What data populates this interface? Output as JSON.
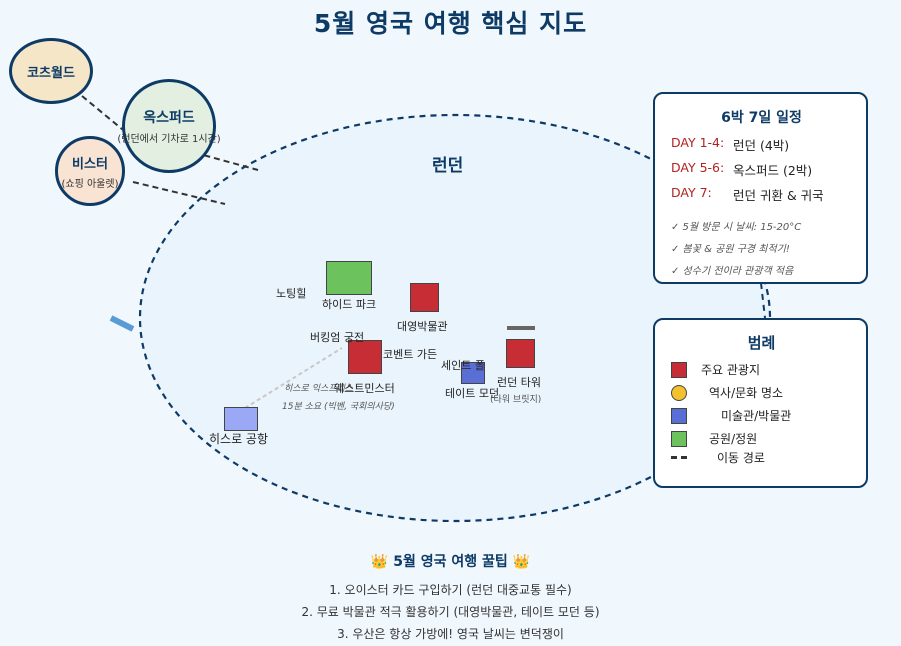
{
  "title": "5월 영국 여행 핵심 지도",
  "colors": {
    "main_attraction": "#c62d35",
    "history": "#f2c12e",
    "museum": "#5a6fd6",
    "park": "#6cc25c",
    "route": "#0d3b66",
    "accent_day": "#b22222"
  },
  "regions": {
    "cotswolds": {
      "name": "코츠월드"
    },
    "oxford": {
      "name": "옥스퍼드",
      "sub": "(런던에서 기차로 1시간)"
    },
    "bicester": {
      "name": "비스터",
      "sub": "(쇼핑 아울렛)"
    }
  },
  "london_label": "런던",
  "places": {
    "notting_hill": "노팅힐",
    "hyde_park": "하이드 파크",
    "british_museum": "대영박물관",
    "buckingham": "버킹엄 궁전",
    "covent_garden": "코벤트 가든",
    "westminster": "웨스트민스터",
    "st_paul": "세인트 폴",
    "tower_london": "런던 타워",
    "tower_bridge": "(타워 브릿지)",
    "tate_modern": "테이트 모던",
    "heathrow": "히스로 공항",
    "heathrow_note1": "히스로 익스프레스",
    "heathrow_note2": "15분 소요 (빅벤, 국회의사당)"
  },
  "itinerary": {
    "title": "6박 7일 일정",
    "rows": [
      {
        "day": "DAY 1-4:",
        "text": "런던 (4박)"
      },
      {
        "day": "DAY 5-6:",
        "text": "옥스퍼드 (2박)"
      },
      {
        "day": "DAY 7:",
        "text": "런던 귀환 & 귀국"
      }
    ],
    "notes": [
      "✓ 5월 방문 시 날씨: 15-20°C",
      "✓ 봄꽃 & 공원 구경 최적기!",
      "✓ 성수기 전이라 관광객 적음"
    ]
  },
  "legend": {
    "title": "범례",
    "items": [
      {
        "label": "주요 관광지",
        "icon": "red-square"
      },
      {
        "label": "역사/문화 명소",
        "icon": "yellow-circle"
      },
      {
        "label": "미술관/박물관",
        "icon": "blue-square"
      },
      {
        "label": "공원/정원",
        "icon": "green-square"
      },
      {
        "label": "이동 경로",
        "icon": "dashed-line"
      }
    ]
  },
  "tips": {
    "title": "👑 5월 영국 여행 꿀팁 👑",
    "items": [
      "1. 오이스터 카드 구입하기 (런던 대중교통 필수)",
      "2. 무료 박물관 적극 활용하기 (대영박물관, 테이트 모던 등)",
      "3. 우산은 항상 가방에! 영국 날씨는 변덕쟁이"
    ]
  }
}
